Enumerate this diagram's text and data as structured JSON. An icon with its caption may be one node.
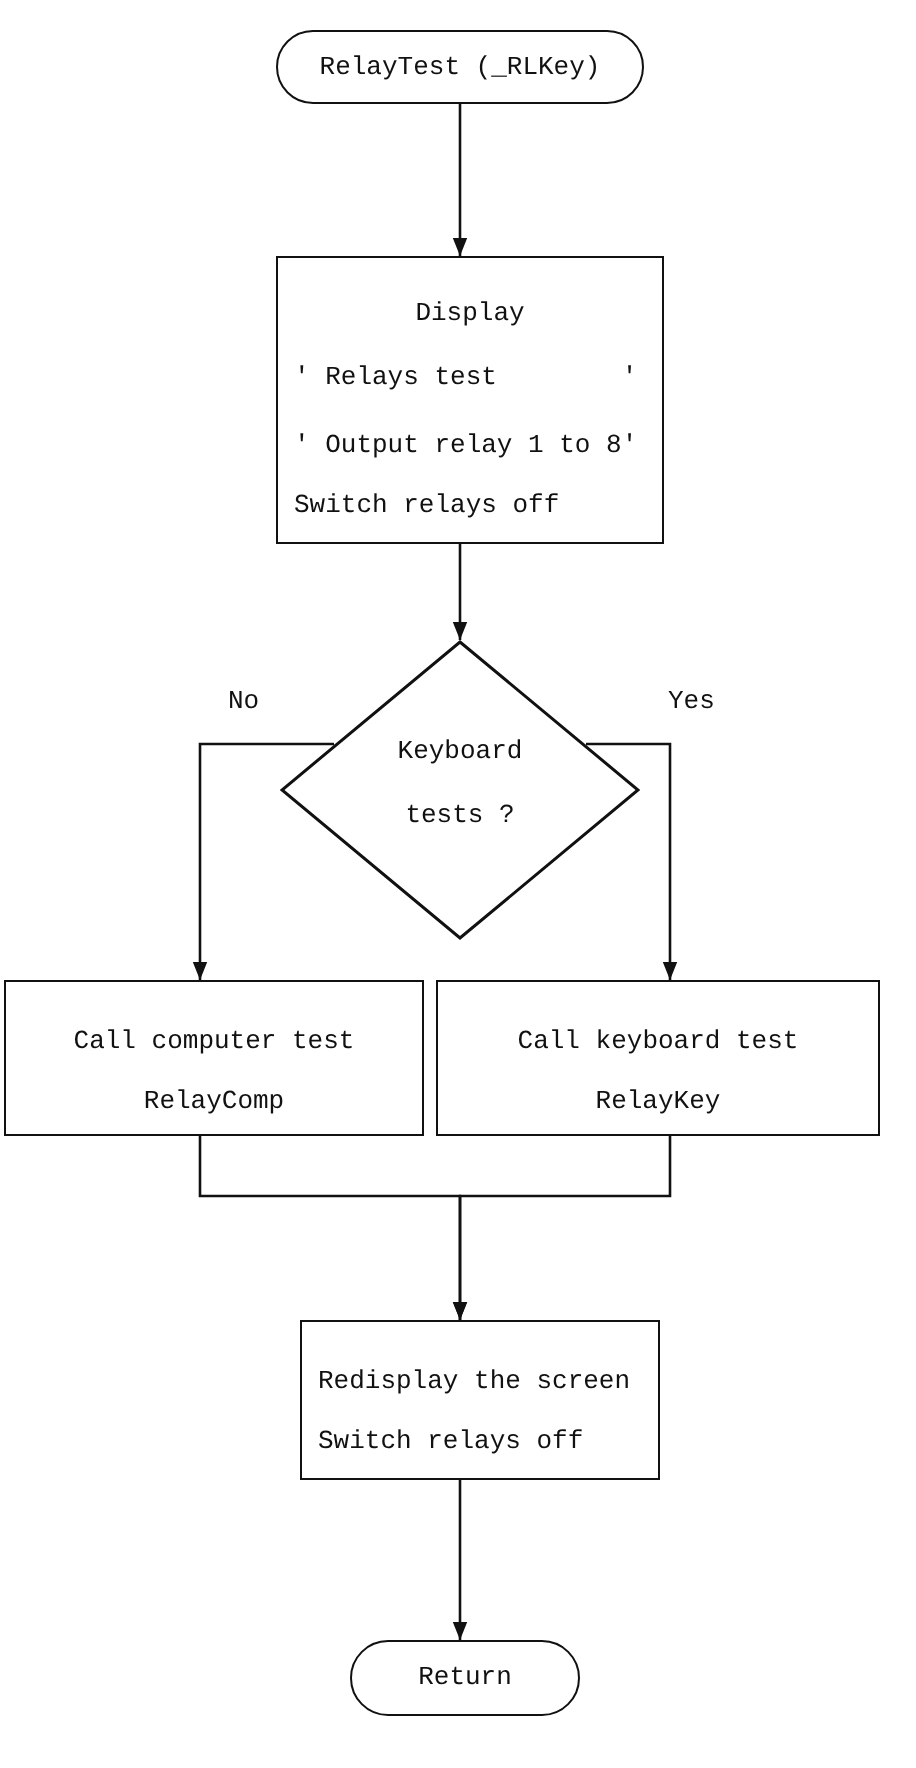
{
  "diagram": {
    "nodes": [
      {
        "text": [
          "RelayTest (_RLKey)"
        ]
      },
      {
        "text": [
          "Display",
          "' Relays test        '",
          "' Output relay 1 to 8'",
          "Switch relays off"
        ]
      },
      {
        "text": [
          "Keyboard tests ?"
        ]
      },
      {
        "text": [
          "Call computer test",
          "RelayComp"
        ]
      },
      {
        "text": [
          "Call keyboard test",
          "RelayKey"
        ]
      },
      {
        "text": [
          "Redisplay the screen",
          "Switch relays off"
        ]
      },
      {
        "text": [
          "Return"
        ]
      }
    ],
    "edges": [
      {
        "from": 0,
        "to": 1,
        "arrow": "to"
      },
      {
        "from": 1,
        "to": 2,
        "arrow": "to"
      },
      {
        "from": 2,
        "to": 3,
        "arrow": "to",
        "label": "No"
      },
      {
        "from": 2,
        "to": 4,
        "arrow": "to",
        "label": "Yes"
      },
      {
        "from": 3,
        "to": 5,
        "arrow": "to"
      },
      {
        "from": 4,
        "to": 5,
        "arrow": "to"
      },
      {
        "from": 5,
        "to": 6,
        "arrow": "to"
      }
    ]
  }
}
